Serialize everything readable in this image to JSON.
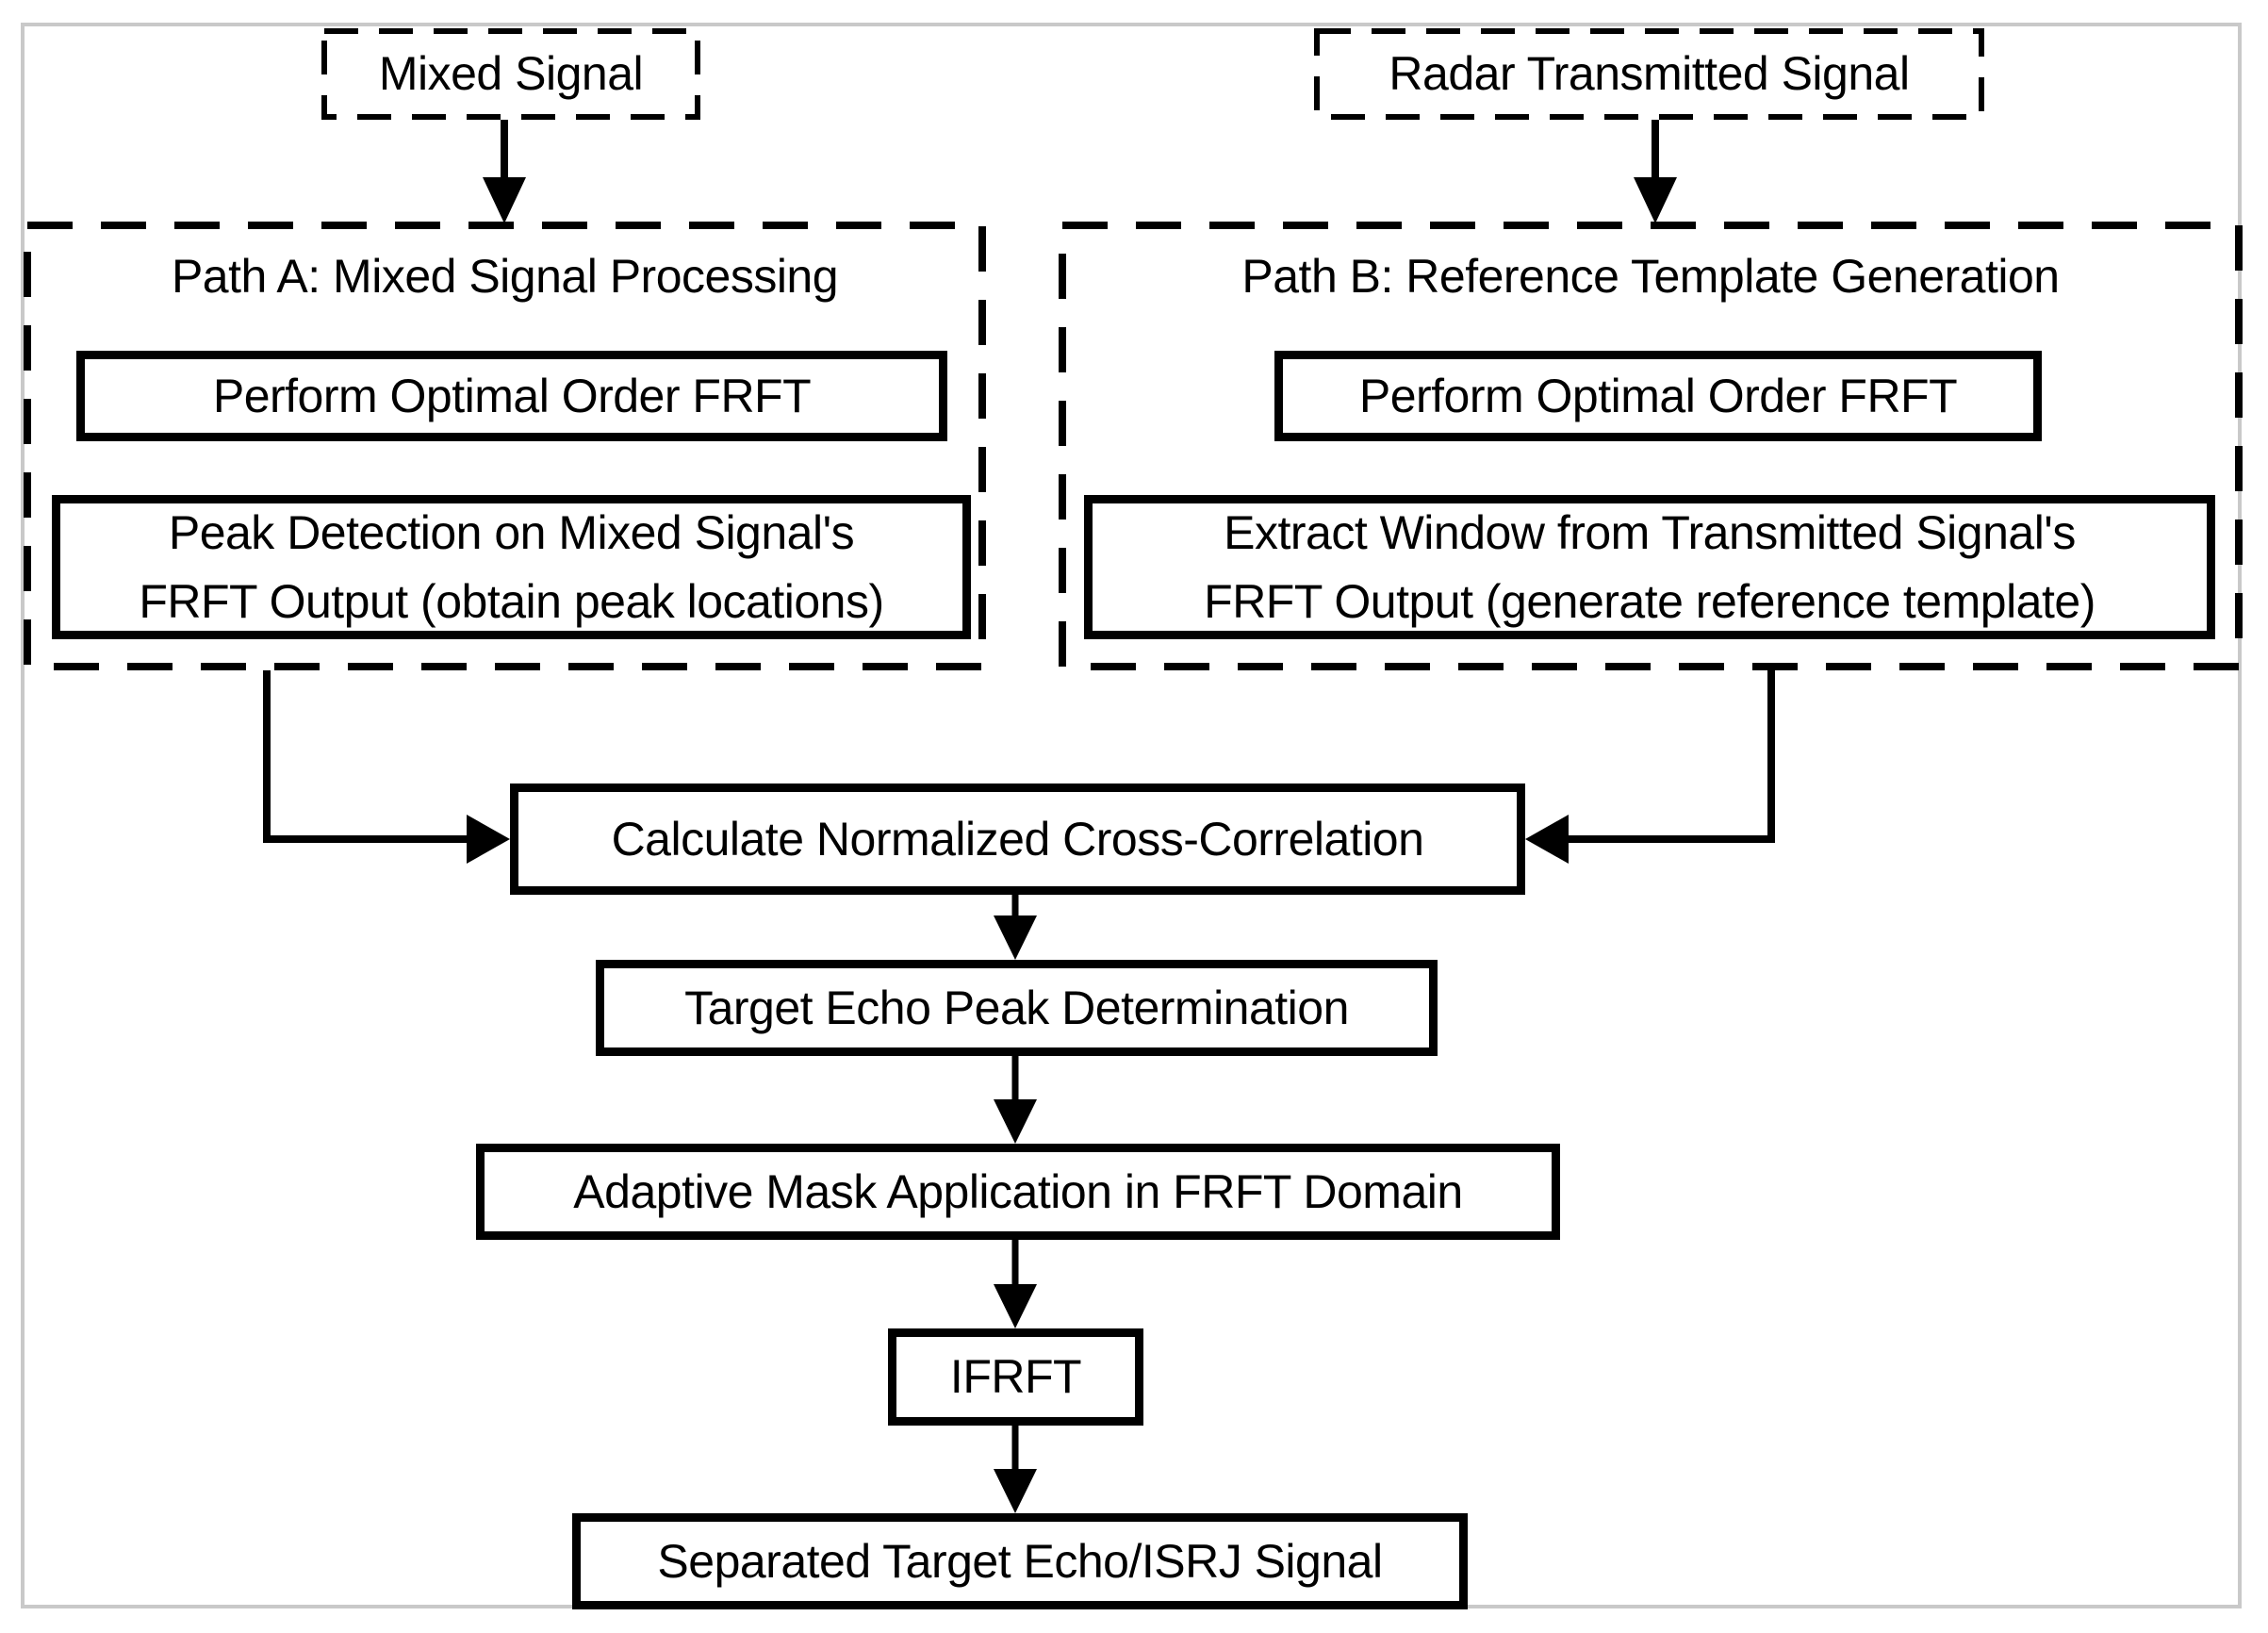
{
  "diagram": {
    "inputs": {
      "mixed_signal": "Mixed Signal",
      "radar_signal": "Radar Transmitted Signal"
    },
    "path_a": {
      "title": "Path A: Mixed Signal Processing",
      "step1": "Perform Optimal Order FRFT",
      "step2_line1": "Peak Detection on Mixed Signal's",
      "step2_line2": "FRFT Output (obtain peak locations)"
    },
    "path_b": {
      "title": "Path B: Reference Template Generation",
      "step1": "Perform Optimal Order FRFT",
      "step2_line1": "Extract Window from Transmitted Signal's",
      "step2_line2": "FRFT Output (generate reference template)"
    },
    "pipeline": {
      "cross_correlation": "Calculate Normalized Cross-Correlation",
      "peak_determination": "Target Echo Peak Determination",
      "mask_application": "Adaptive Mask Application in FRFT Domain",
      "ifrft": "IFRFT",
      "output": "Separated Target Echo/ISRJ Signal"
    },
    "colors": {
      "line": "#000000",
      "frame": "#c9c9c9",
      "background": "#ffffff"
    }
  }
}
